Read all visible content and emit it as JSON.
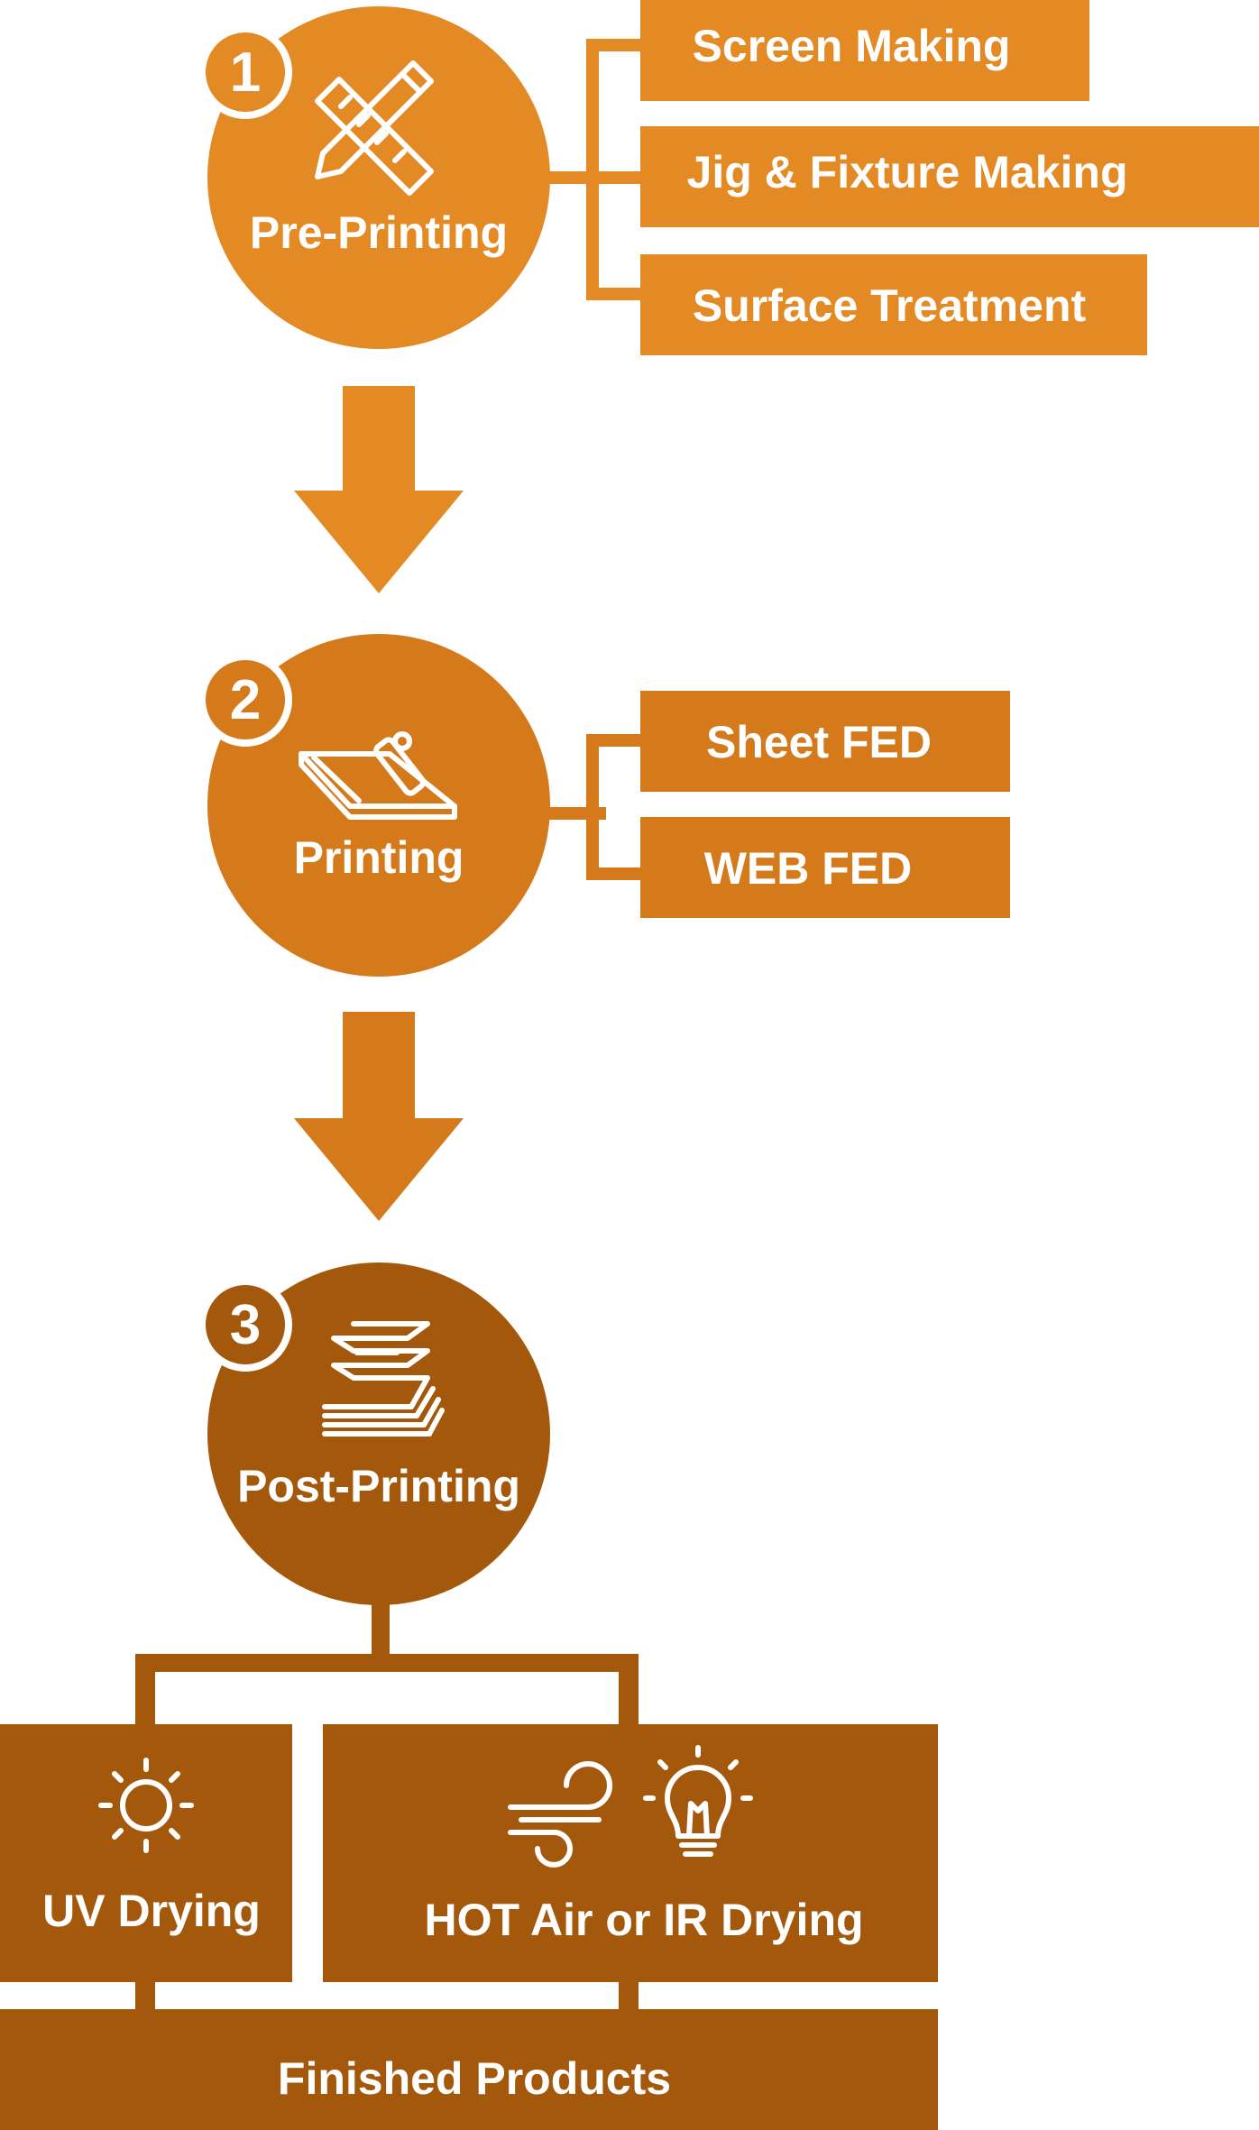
{
  "colors": {
    "stage1": "#E48A24",
    "stage2": "#D57A1B",
    "stage3": "#A4580C",
    "white": "#ffffff"
  },
  "stages": [
    {
      "number": "1",
      "label": "Pre-Printing",
      "icon": "pencil-ruler-icon",
      "items": [
        "Screen Making",
        "Jig & Fixture Making",
        "Surface Treatment"
      ]
    },
    {
      "number": "2",
      "label": "Printing",
      "icon": "printing-board-icon",
      "items": [
        "Sheet FED",
        "WEB FED"
      ]
    },
    {
      "number": "3",
      "label": "Post-Printing",
      "icon": "paper-stack-icon",
      "items": []
    }
  ],
  "drying": {
    "uv": {
      "label": "UV Drying",
      "icon": "sun-icon"
    },
    "hot": {
      "label": "HOT Air or IR Drying",
      "icons": [
        "wind-icon",
        "light-bulb-icon"
      ]
    }
  },
  "finished": {
    "label": "Finished Products"
  }
}
